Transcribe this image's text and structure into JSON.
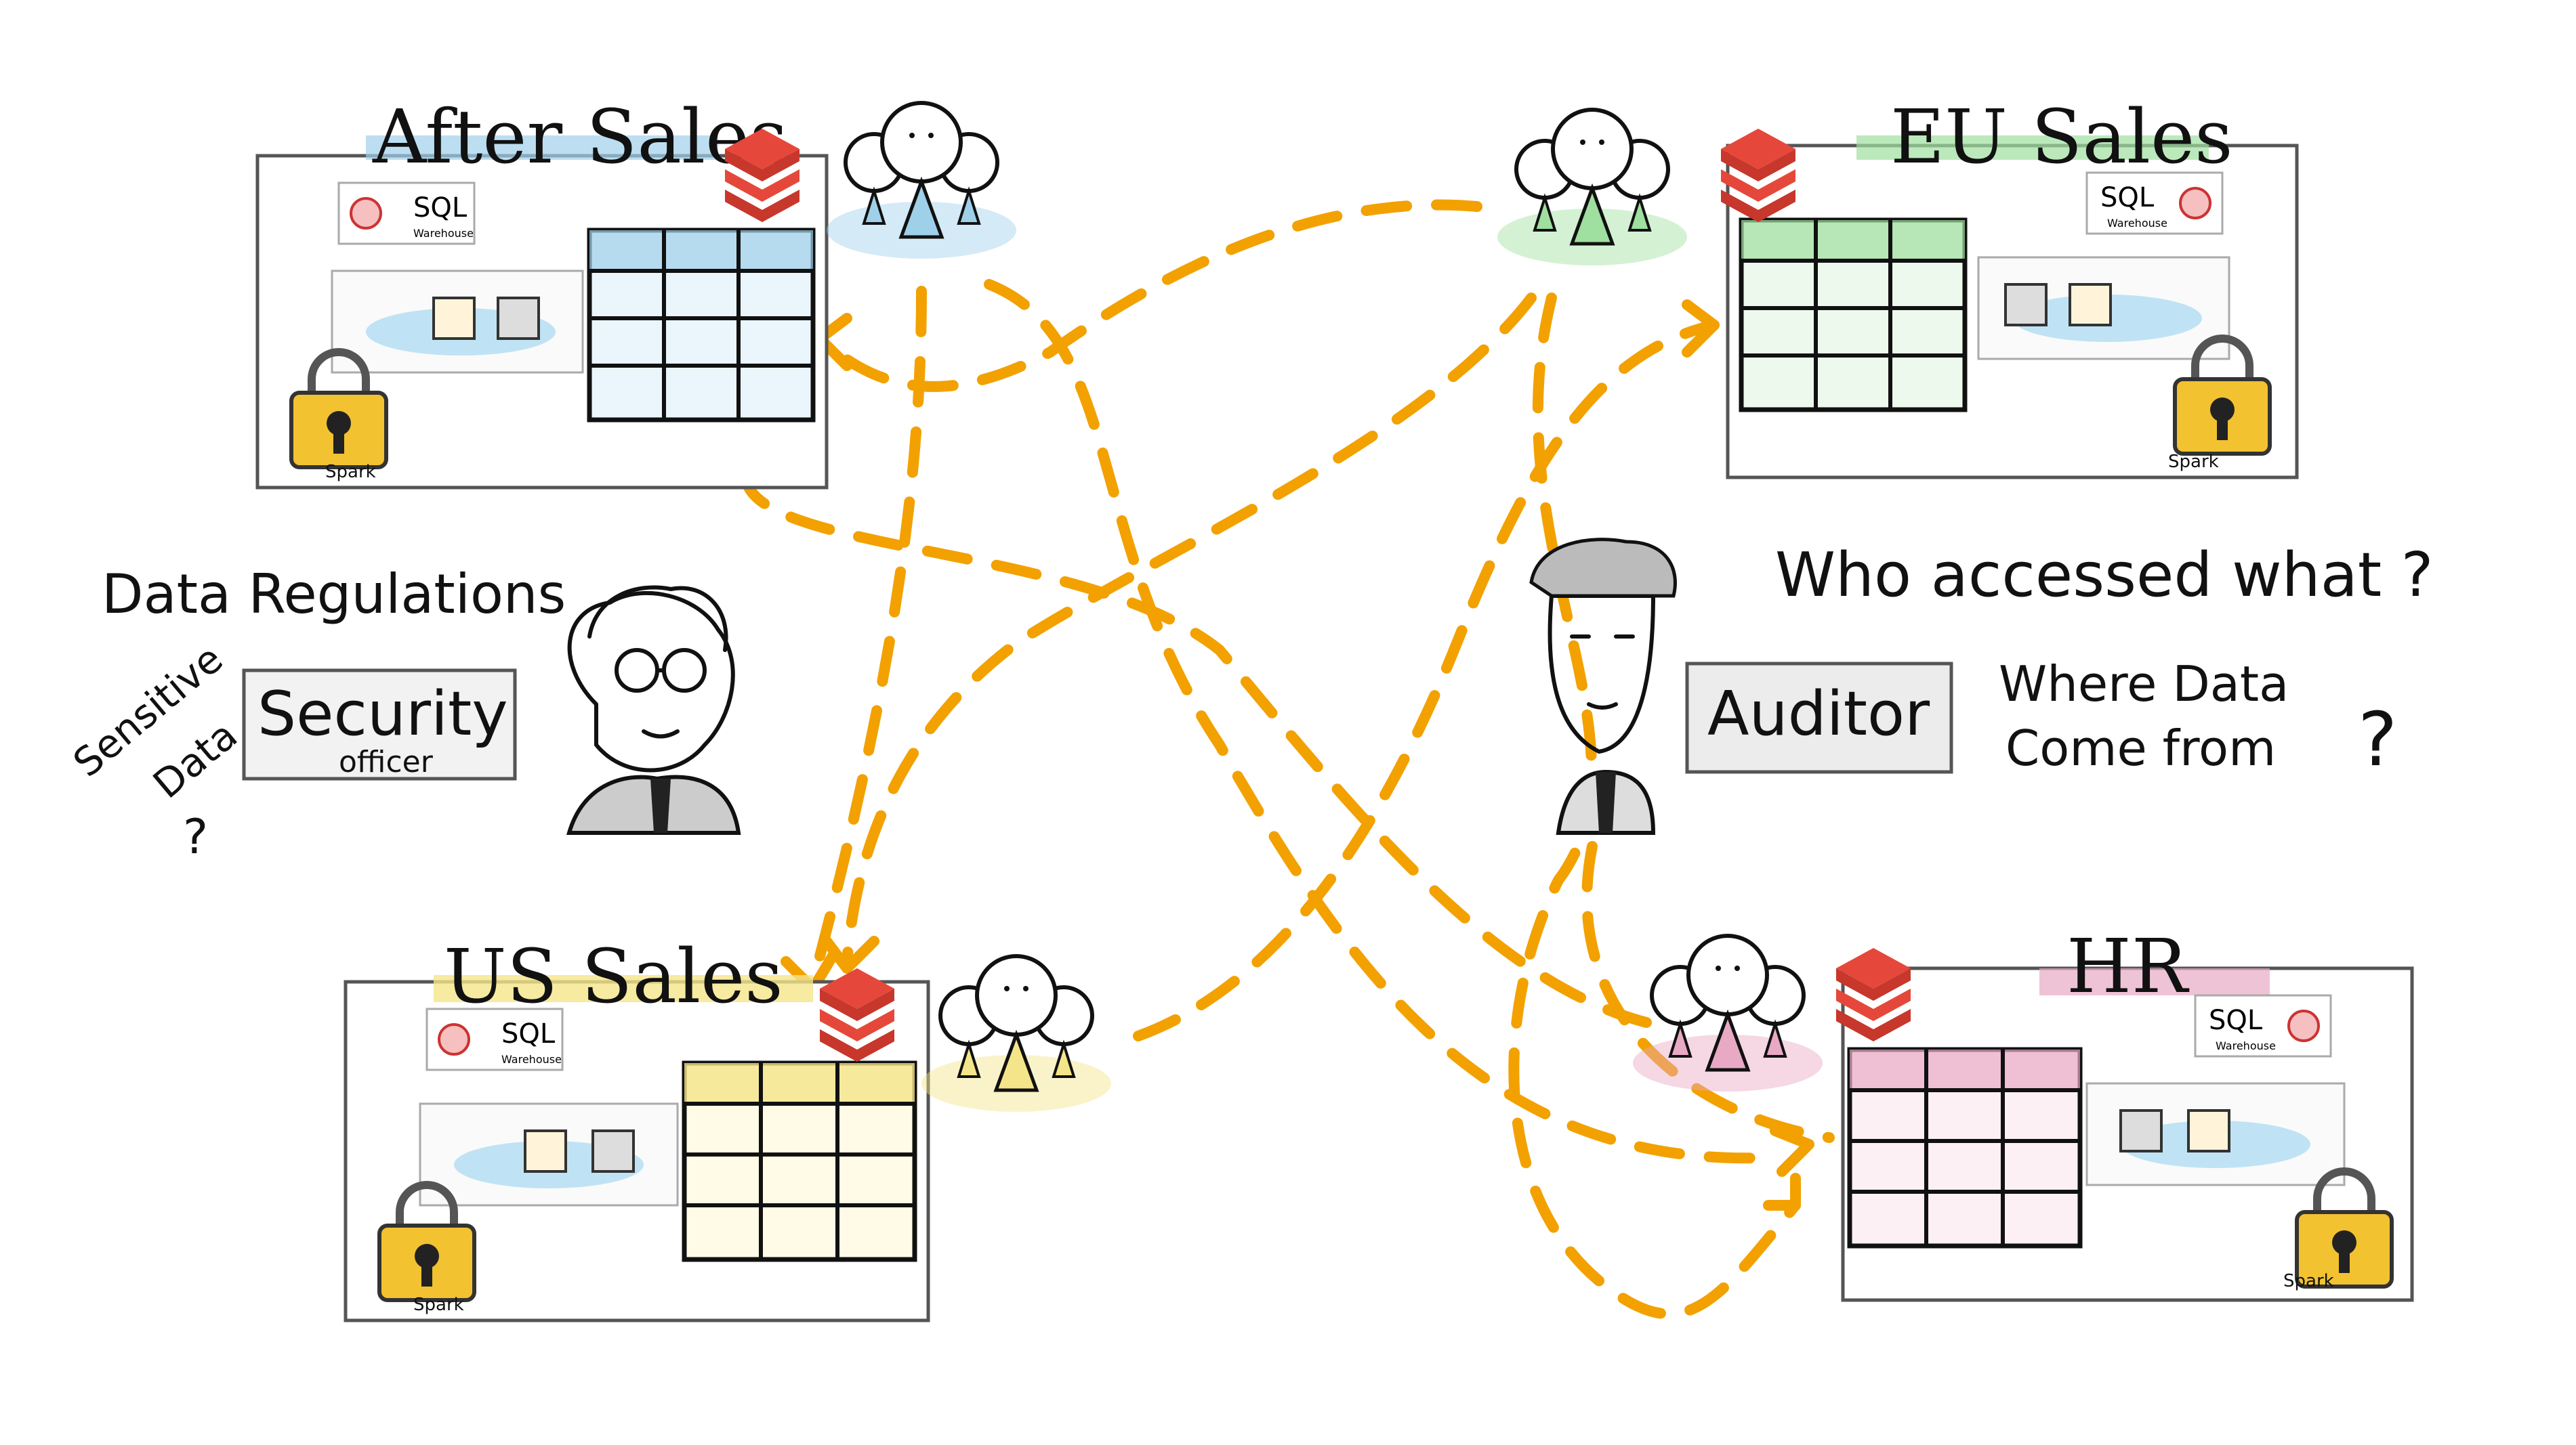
{
  "colors": {
    "flow_arrow": "#f2a100",
    "after_sales_accent": "#9fd0ea",
    "eu_sales_accent": "#9fdf9f",
    "us_sales_accent": "#f5e58a",
    "hr_accent": "#e8a9c4",
    "databricks_logo": "#e5483a",
    "lock_body": "#f2c230"
  },
  "domains": [
    {
      "id": "after-sales",
      "title": "After Sales",
      "accent": "#9fd0ea",
      "warehouse_label": "SQL",
      "warehouse_sub": "Warehouse",
      "spark_label": "Spark"
    },
    {
      "id": "eu-sales",
      "title": "EU Sales",
      "accent": "#9fdf9f",
      "warehouse_label": "SQL",
      "warehouse_sub": "Warehouse",
      "spark_label": "Spark"
    },
    {
      "id": "us-sales",
      "title": "US Sales",
      "accent": "#f5e58a",
      "warehouse_label": "SQL",
      "warehouse_sub": "Warehouse",
      "spark_label": "Spark"
    },
    {
      "id": "hr",
      "title": "HR",
      "accent": "#e8a9c4",
      "warehouse_label": "SQL",
      "warehouse_sub": "Warehouse",
      "spark_label": "Spark"
    }
  ],
  "security_officer": {
    "heading": "Data Regulations",
    "side_note_line1": "Sensitive",
    "side_note_line2": "Data",
    "side_note_mark": "?",
    "badge_main": "Security",
    "badge_sub": "officer"
  },
  "auditor": {
    "question1": "Who accessed what ?",
    "badge": "Auditor",
    "question2_line1": "Where Data",
    "question2_line2": "Come from",
    "question2_mark": "?"
  }
}
